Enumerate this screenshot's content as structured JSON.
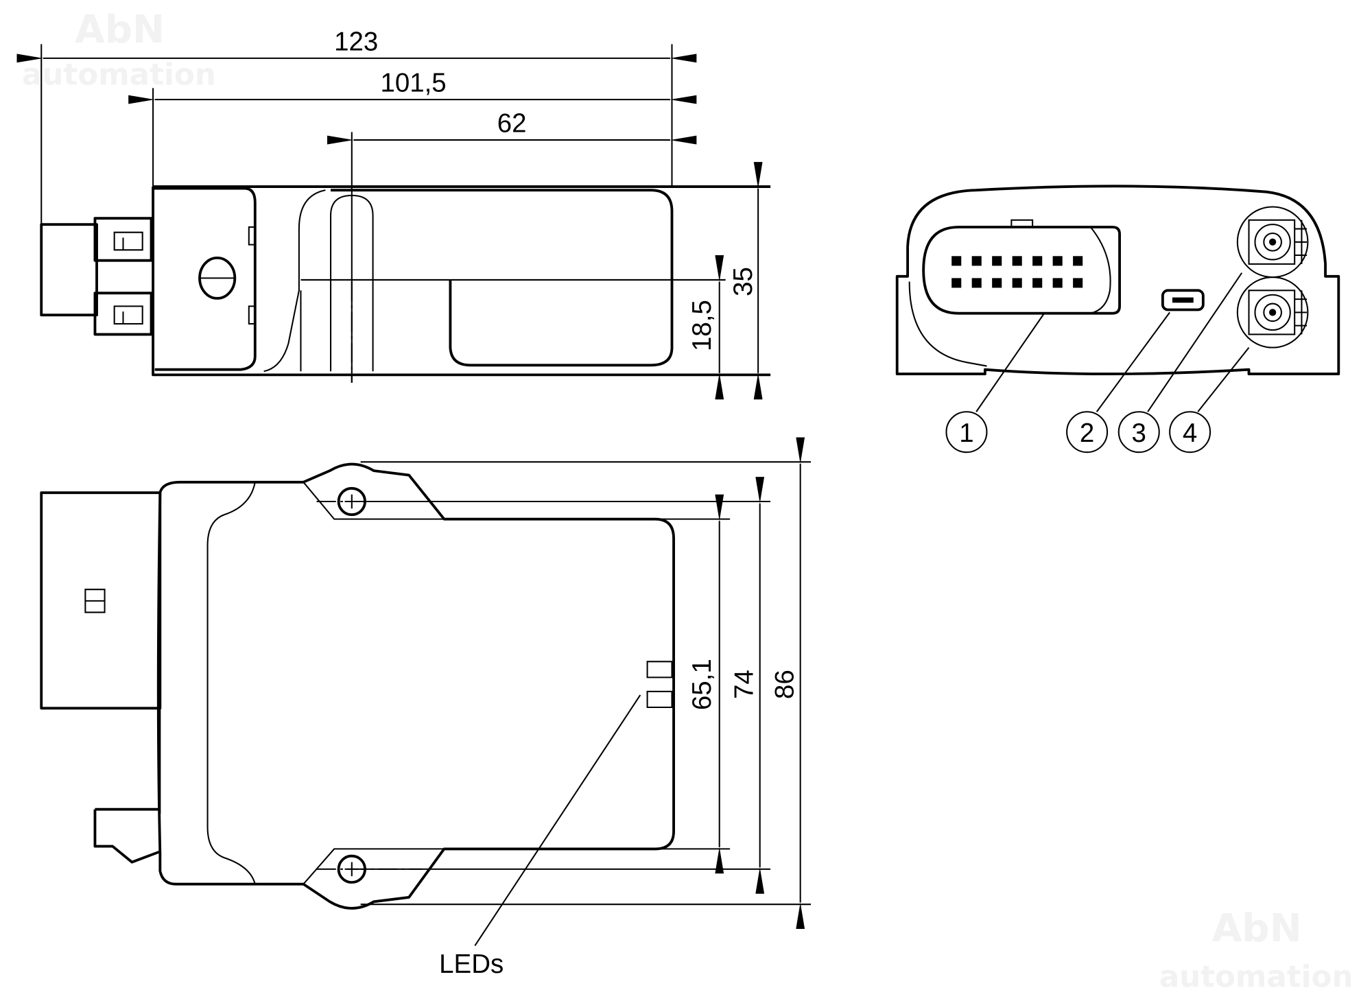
{
  "watermark": {
    "line1": "AbN",
    "line2": "automation"
  },
  "side_view": {
    "dims": {
      "overall_length": "123",
      "body_length": "101,5",
      "axis_offset": "62",
      "height": "35",
      "axis_height": "18,5"
    }
  },
  "front_view": {
    "callouts": [
      "1",
      "2",
      "3",
      "4"
    ]
  },
  "top_view": {
    "dims": {
      "inner_width": "65,1",
      "mount_width": "74",
      "overall_width": "86"
    },
    "leds_label": "LEDs"
  }
}
